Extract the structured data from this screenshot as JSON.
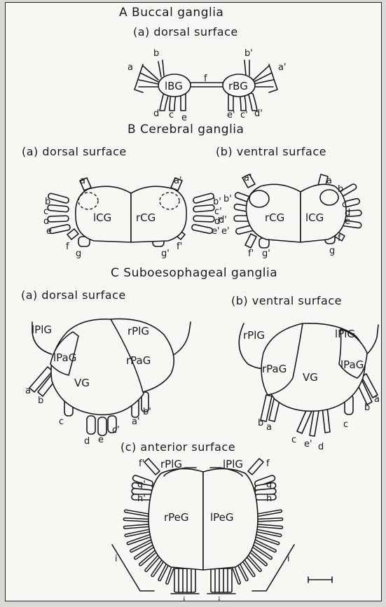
{
  "sectionA": {
    "title": "A  Buccal ganglia",
    "sub": "(a) dorsal surface",
    "ganglia": [
      "lBG",
      "rBG"
    ],
    "commissure": "f",
    "nerves_left": [
      "a",
      "b",
      "d",
      "c",
      "e"
    ],
    "nerves_right": [
      "b'",
      "a'",
      "e'",
      "c'",
      "d'"
    ]
  },
  "sectionB": {
    "title": "B  Cerebral ganglia",
    "dorsal": {
      "sub": "(a) dorsal surface",
      "ganglia": [
        "lCG",
        "rCG"
      ],
      "nerves_left": [
        "a",
        "b",
        "c",
        "d",
        "e",
        "f",
        "g"
      ],
      "nerves_right": [
        "a'",
        "b'",
        "c'",
        "d'",
        "e'",
        "g'",
        "f'"
      ]
    },
    "ventral": {
      "sub": "(b) ventral surface",
      "ganglia": [
        "rCG",
        "lCG"
      ],
      "nerves_left": [
        "a'",
        "b'",
        "d'",
        "e'",
        "f'",
        "g'"
      ],
      "nerves_right": [
        "a",
        "b",
        "c",
        "d",
        "e",
        "f",
        "g"
      ]
    }
  },
  "sectionC": {
    "title": "C  Suboesophageal ganglia",
    "dorsal": {
      "sub": "(a) dorsal surface",
      "ganglia": [
        "lPlG",
        "rPlG",
        "lPaG",
        "rPaG",
        "VG"
      ],
      "nerves": [
        "a",
        "b",
        "c",
        "d",
        "e",
        "c'",
        "a'",
        "b'"
      ]
    },
    "ventral": {
      "sub": "(b) ventral surface",
      "ganglia": [
        "rPlG",
        "lPlG",
        "rPaG",
        "VG",
        "lPaG"
      ],
      "nerves": [
        "b",
        "a",
        "c",
        "e'",
        "d",
        "c",
        "b",
        "a"
      ]
    },
    "anterior": {
      "sub": "(c) anterior surface",
      "ganglia": [
        "rPlG",
        "lPlG",
        "rPeG",
        "lPeG"
      ],
      "nerves_left": [
        "f'",
        "g'",
        "h'",
        "i",
        "j"
      ],
      "nerves_right": [
        "f",
        "g",
        "h",
        "i",
        "j"
      ]
    }
  }
}
